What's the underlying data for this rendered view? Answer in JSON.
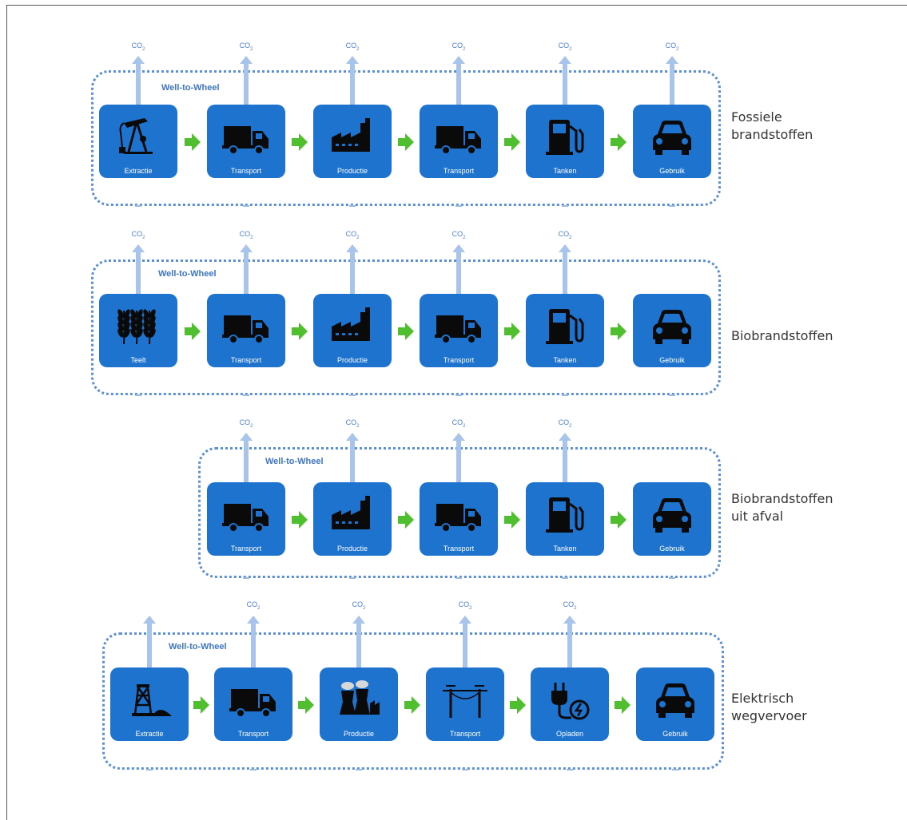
{
  "co2_label": "CO",
  "co2_sub": "2",
  "wtw_label": "Well-to-Wheel",
  "rows": [
    {
      "title": "Fossiele\nbrandstoffen",
      "steps": [
        {
          "label": "Extractie",
          "icon": "oil-pump-icon"
        },
        {
          "label": "Transport",
          "icon": "truck-icon"
        },
        {
          "label": "Productie",
          "icon": "factory-icon"
        },
        {
          "label": "Transport",
          "icon": "truck-icon"
        },
        {
          "label": "Tanken",
          "icon": "fuel-pump-icon"
        },
        {
          "label": "Gebruik",
          "icon": "car-icon"
        }
      ]
    },
    {
      "title": "Biobrandstoffen",
      "steps": [
        {
          "label": "Teelt",
          "icon": "wheat-icon"
        },
        {
          "label": "Transport",
          "icon": "truck-icon"
        },
        {
          "label": "Productie",
          "icon": "factory-icon"
        },
        {
          "label": "Transport",
          "icon": "truck-icon"
        },
        {
          "label": "Tanken",
          "icon": "fuel-pump-icon"
        },
        {
          "label": "Gebruik",
          "icon": "car-icon"
        }
      ]
    },
    {
      "title": "Biobrandstoffen\nuit afval",
      "steps": [
        {
          "label": "Transport",
          "icon": "truck-icon"
        },
        {
          "label": "Productie",
          "icon": "factory-icon"
        },
        {
          "label": "Transport",
          "icon": "truck-icon"
        },
        {
          "label": "Tanken",
          "icon": "fuel-pump-icon"
        },
        {
          "label": "Gebruik",
          "icon": "car-icon"
        }
      ]
    },
    {
      "title": "Elektrisch\nwegvervoer",
      "steps": [
        {
          "label": "Extractie",
          "icon": "mine-icon"
        },
        {
          "label": "Transport",
          "icon": "truck-icon"
        },
        {
          "label": "Productie",
          "icon": "power-plant-icon"
        },
        {
          "label": "Transport",
          "icon": "power-line-icon"
        },
        {
          "label": "Opladen",
          "icon": "charging-plug-icon"
        },
        {
          "label": "Gebruik",
          "icon": "car-icon"
        }
      ]
    }
  ],
  "colors": {
    "box_blue": "#1e73cf",
    "co2_arrow": "#a8c4ea",
    "flow_arrow": "#4fbf2f",
    "dotted_border": "#5b8fd6"
  }
}
